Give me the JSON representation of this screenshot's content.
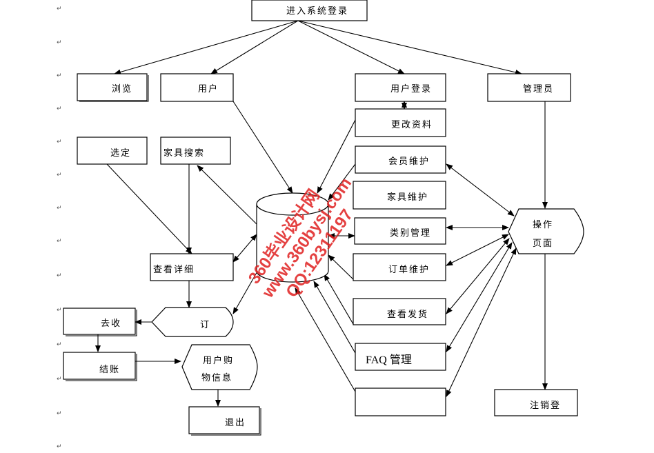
{
  "diagram": {
    "nodes": {
      "login": "进入系统登录",
      "browse": "浏览",
      "user": "用户",
      "user_login": "用户登录",
      "admin": "管理员",
      "edit_profile": "更改资料",
      "select": "选定",
      "furniture_search": "家具搜索",
      "member_maint": "会员维护",
      "furniture_maint": "家具维护",
      "category_mgmt": "类别管理",
      "order_maint": "订单维护",
      "view_detail": "查看详细",
      "view_shipping": "查看发货",
      "order": "订",
      "go_checkout": "去收",
      "checkout": "结账",
      "faq_mgmt": "FAQ 管理",
      "purchase_info_line1": "用户购",
      "purchase_info_line2": "物信息",
      "logout": "退出",
      "operation_line1": "操作",
      "operation_line2": "页面",
      "logout_admin": "注销登"
    },
    "paragraph_mark": "↵",
    "watermark": {
      "line1": "360毕业设计网",
      "line2": "www.360bysj.com",
      "line3": "QQ:12311197"
    },
    "colors": {
      "line": "#000000",
      "watermark": "#e02020"
    }
  }
}
